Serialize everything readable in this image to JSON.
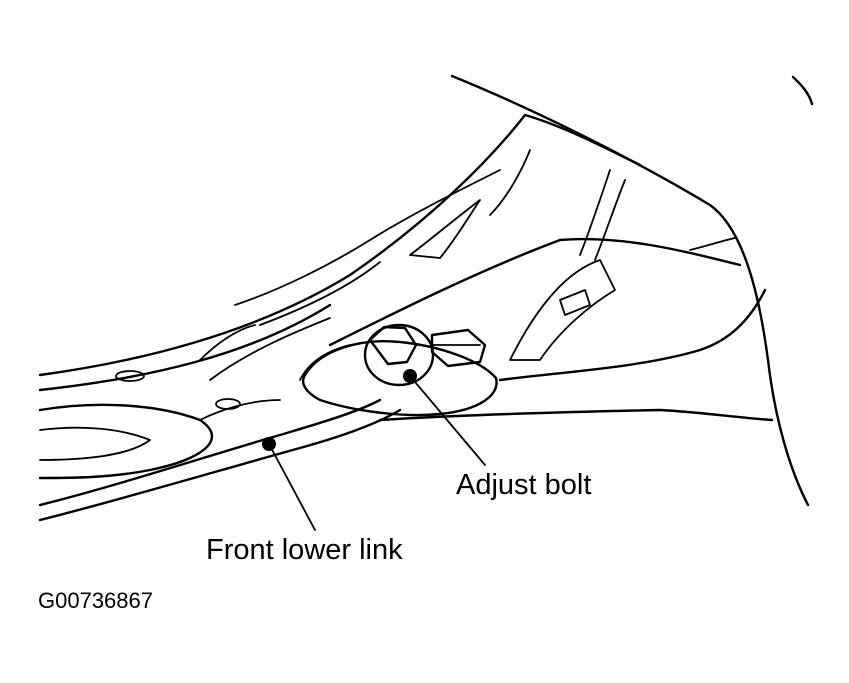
{
  "labels": {
    "adjust_bolt": "Adjust bolt",
    "front_lower_link": "Front lower link"
  },
  "figure_code": "G00736867"
}
